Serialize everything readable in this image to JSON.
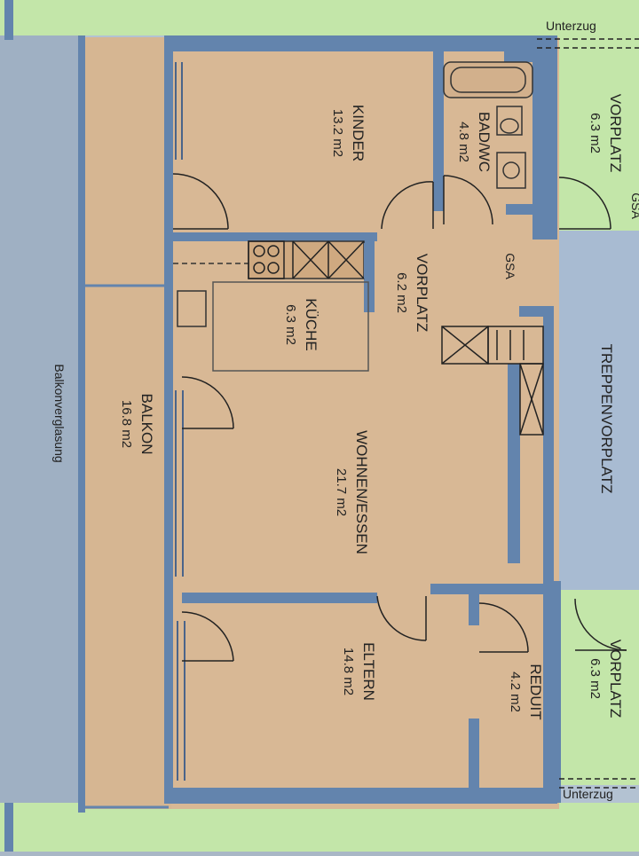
{
  "rooms": {
    "kinder": {
      "name": "KINDER",
      "area": "13.2 m2"
    },
    "bad_wc": {
      "name": "BAD/WC",
      "area": "4.8 m2"
    },
    "vorplatz": {
      "name": "VORPLATZ",
      "area": "6.2 m2"
    },
    "kueche": {
      "name": "KÜCHE",
      "area": "6.3 m2"
    },
    "wohnen": {
      "name": "WOHNEN/ESSEN",
      "area": "21.7 m2"
    },
    "eltern": {
      "name": "ELTERN",
      "area": "14.8 m2"
    },
    "reduit": {
      "name": "REDUIT",
      "area": "4.2 m2"
    },
    "balkon": {
      "name": "BALKON",
      "area": "16.8 m2"
    }
  },
  "neighbors": {
    "vorplatz_top": {
      "name": "VORPLATZ",
      "area": "6.3 m2"
    },
    "vorplatz_bottom": {
      "name": "VORPLATZ",
      "area": "6.3 m2"
    },
    "treppenvorplatz": {
      "name": "TREPPENVORPLATZ"
    }
  },
  "notes": {
    "balkonverglasung": "Balkonverglasung",
    "unterzug_top": "Unterzug",
    "unterzug_bottom": "Unterzug",
    "gsa": "GSA",
    "gsa_top": "GSA"
  },
  "colors": {
    "wall": "#5f7ea6",
    "floor": "#d8b895",
    "green": "#bfe3a6",
    "stair": "#a7bad1",
    "paper": "#b9c7d6"
  }
}
